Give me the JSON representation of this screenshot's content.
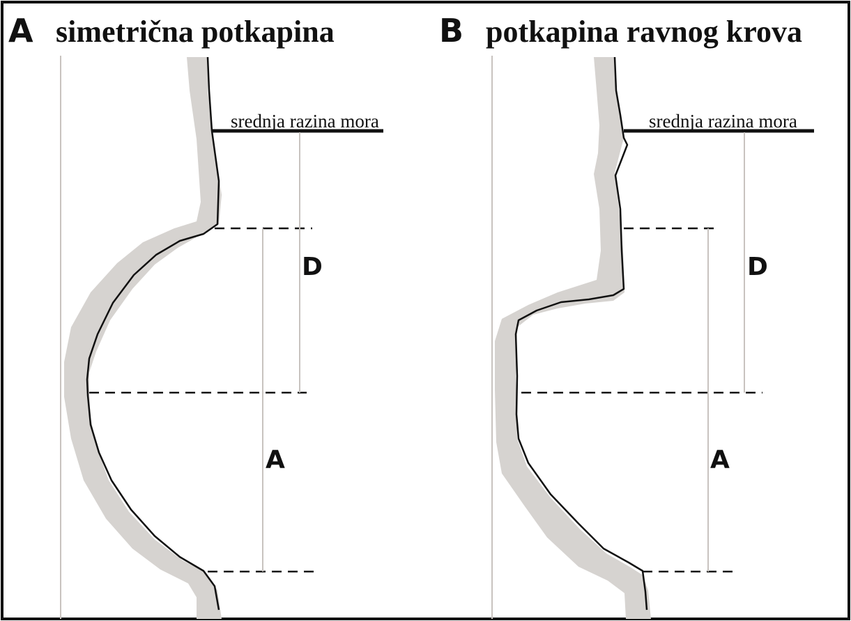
{
  "panels": [
    {
      "letter": "A",
      "title": "simetrična potkapina",
      "sea_level_label": "srednja razina mora",
      "dim_upper": "D",
      "dim_lower": "A"
    },
    {
      "letter": "B",
      "title": "potkapina ravnog krova",
      "sea_level_label": "srednja razina mora",
      "dim_upper": "D",
      "dim_lower": "A"
    }
  ],
  "colors": {
    "rock_band": "#d6d3d0",
    "outline": "#111111",
    "thin_line": "#c8c3bf",
    "frame": "#111111"
  }
}
